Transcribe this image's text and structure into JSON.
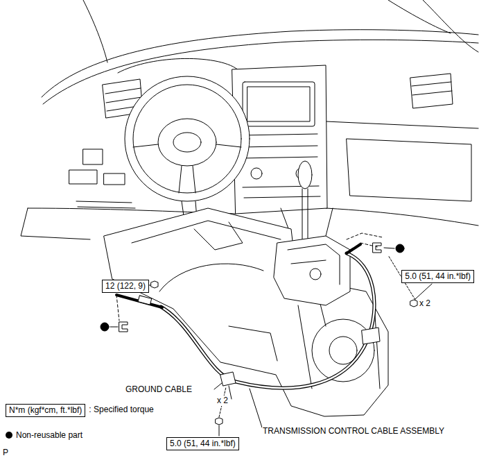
{
  "diagram": {
    "nodes": [
      {
        "text": [
          "5.0 (51, 44 in.*lbf)"
        ]
      },
      {
        "text": [
          "12 (122, 9)"
        ]
      },
      {
        "text": [
          "N*m (kgf*cm, ft.*lbf)"
        ]
      },
      {
        "text": [
          "5.0 (51, 44 in.*lbf)"
        ]
      }
    ],
    "labels": [
      "x 2",
      "GROUND CABLE",
      "x 2",
      ": Specified torque",
      "TRANSMISSION CONTROL CABLE ASSEMBLY",
      "P"
    ],
    "legend": [
      {
        "text": "Non-reusable part"
      }
    ]
  }
}
